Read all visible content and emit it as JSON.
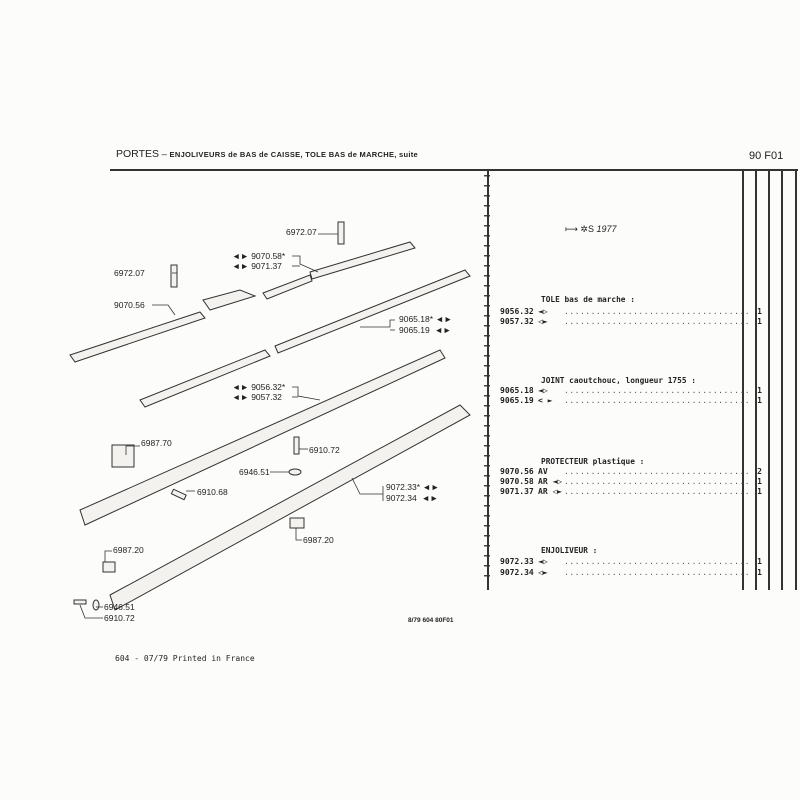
{
  "header": {
    "title_main": "PORTES",
    "title_dash": " – ",
    "title_sub": "ENJOLIVEURS de BAS de CAISSE, TOLE BAS de MARCHE, suite",
    "page_ref": "90 F01"
  },
  "notice": {
    "arrow": "⟼",
    "symbol": "✲S",
    "year": "1977"
  },
  "diagram": {
    "callouts": {
      "clip_top": "6972.07",
      "clip_left": "6972.07",
      "prot_rear_r": "9070.58*",
      "prot_rear_l": "9071.37",
      "prot_front": "9070.56",
      "joint_r": "9065.18*",
      "joint_l": "9065.19",
      "tole_r": "9056.32*",
      "tole_l": "9057.32",
      "clip_6987_70": "6987.70",
      "screw_mid": "6910.72",
      "washer_mid": "6946.51",
      "screw_6910_68": "6910.68",
      "enj_r": "9072.33*",
      "enj_l": "9072.34",
      "clip_mid": "6987.20",
      "clip_end": "6987.20",
      "washer_end": "6946.51",
      "screw_end": "6910.72"
    },
    "ref": "8/79  604  80F01"
  },
  "parts": [
    {
      "heading": "TOLE bas de marche :",
      "items": [
        {
          "code": "9056.32",
          "sym": "◄▷",
          "qty": "1"
        },
        {
          "code": "9057.32",
          "sym": "◁►",
          "qty": "1"
        }
      ]
    },
    {
      "heading": "JOINT caoutchouc, longueur 1755 :",
      "items": [
        {
          "code": "9065.18",
          "sym": "◄▷",
          "qty": "1"
        },
        {
          "code": "9065.19",
          "sym": "< ►",
          "qty": "1"
        }
      ]
    },
    {
      "heading": "PROTECTEUR plastique :",
      "items": [
        {
          "code": "9070.56",
          "sym": "AV",
          "qty": "2"
        },
        {
          "code": "9070.58",
          "sym": "AR ◄▷",
          "qty": "1"
        },
        {
          "code": "9071.37",
          "sym": "AR ◁►",
          "qty": "1"
        }
      ]
    },
    {
      "heading": "ENJOLIVEUR :",
      "items": [
        {
          "code": "9072.33",
          "sym": "◄▷",
          "qty": "1"
        },
        {
          "code": "9072.34",
          "sym": "◁►",
          "qty": "1"
        }
      ]
    }
  ],
  "footer": "604 - 07/79 Printed in France"
}
